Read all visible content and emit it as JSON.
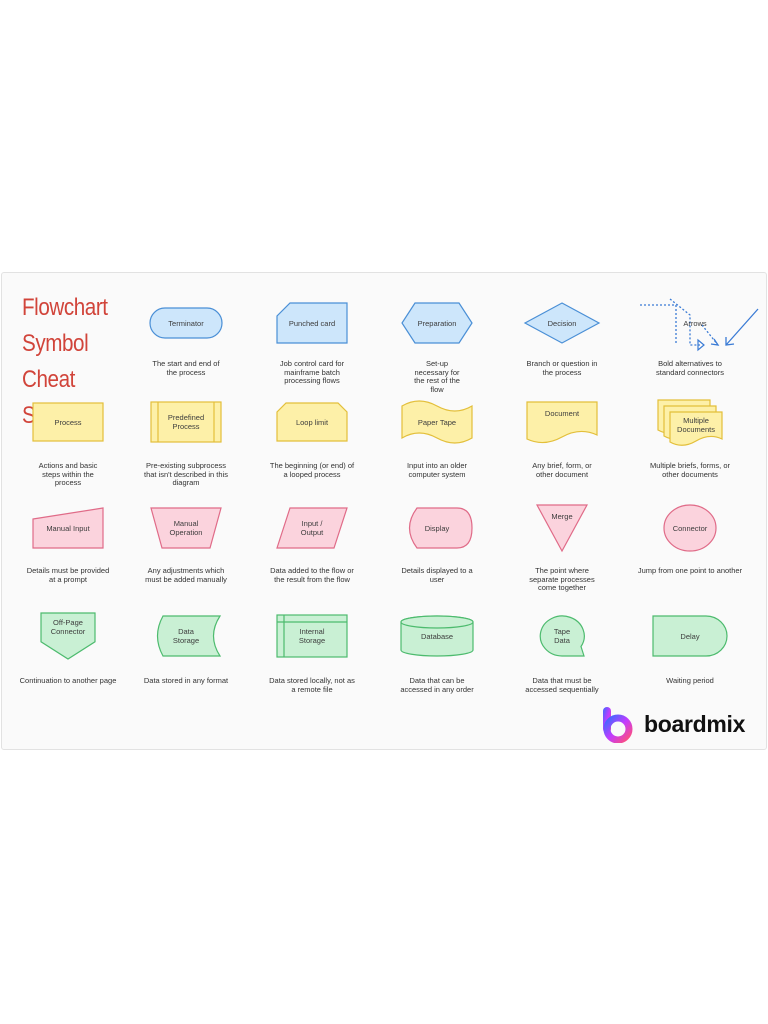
{
  "title": "Flowchart\nSymbol Cheat\nSheet",
  "brand": {
    "name": "boardmix"
  },
  "colors": {
    "blue_fill": "#cde6fb",
    "blue_stroke": "#4a8fd6",
    "yellow_fill": "#fdf0a8",
    "yellow_stroke": "#e3bf3a",
    "pink_fill": "#fbd3dd",
    "pink_stroke": "#e06b88",
    "green_fill": "#c9f0d4",
    "green_stroke": "#4dbb6e",
    "arrow": "#3a7bd5"
  },
  "symbols": [
    {
      "key": "terminator",
      "shape": "terminator",
      "color": "blue",
      "label": "Terminator",
      "caption": "The start and end of\nthe process"
    },
    {
      "key": "punched-card",
      "shape": "punched-card",
      "color": "blue",
      "label": "Punched card",
      "caption": "Job control card for\nmainframe batch\nprocessing flows"
    },
    {
      "key": "preparation",
      "shape": "preparation",
      "color": "blue",
      "label": "Preparation",
      "caption": "Set-up\nnecessary for\nthe rest of the\nflow"
    },
    {
      "key": "decision",
      "shape": "decision",
      "color": "blue",
      "label": "Decision",
      "caption": "Branch or question in\nthe process"
    },
    {
      "key": "arrows",
      "shape": "arrows",
      "color": "blue",
      "label": "Arrows",
      "caption": "Bold alternatives to\nstandard connectors"
    },
    {
      "key": "process",
      "shape": "process",
      "color": "yellow",
      "label": "Process",
      "caption": "Actions and basic\nsteps within the\nprocess"
    },
    {
      "key": "predefined-process",
      "shape": "predefined",
      "color": "yellow",
      "label": "Predefined\nProcess",
      "caption": "Pre-existing subprocess\nthat isn't described in this\ndiagram"
    },
    {
      "key": "loop-limit",
      "shape": "loop-limit",
      "color": "yellow",
      "label": "Loop limit",
      "caption": "The beginning (or end) of\na looped process"
    },
    {
      "key": "paper-tape",
      "shape": "paper-tape",
      "color": "yellow",
      "label": "Paper Tape",
      "caption": "Input into an older\ncomputer system"
    },
    {
      "key": "document",
      "shape": "document",
      "color": "yellow",
      "label": "Document",
      "caption": "Any brief, form, or\nother document"
    },
    {
      "key": "multiple-documents",
      "shape": "multi-doc",
      "color": "yellow",
      "label": "Multiple\nDocuments",
      "caption": "Multiple briefs, forms, or\nother documents"
    },
    {
      "key": "manual-input",
      "shape": "manual-input",
      "color": "pink",
      "label": "Manual Input",
      "caption": "Details must be provided\nat a prompt"
    },
    {
      "key": "manual-operation",
      "shape": "manual-operation",
      "color": "pink",
      "label": "Manual\nOperation",
      "caption": "Any adjustments which\nmust be added manually"
    },
    {
      "key": "input-output",
      "shape": "io",
      "color": "pink",
      "label": "Input /\nOutput",
      "caption": "Data added to the flow or\nthe result from the flow"
    },
    {
      "key": "display",
      "shape": "display",
      "color": "pink",
      "label": "Display",
      "caption": "Details displayed to a\nuser"
    },
    {
      "key": "merge",
      "shape": "merge",
      "color": "pink",
      "label": "Merge",
      "caption": "The point where\nseparate processes\ncome together"
    },
    {
      "key": "connector",
      "shape": "connector",
      "color": "pink",
      "label": "Connector",
      "caption": "Jump from one point to another"
    },
    {
      "key": "off-page-connector",
      "shape": "off-page",
      "color": "green",
      "label": "Off-Page\nConnector",
      "caption": "Continuation to another page"
    },
    {
      "key": "data-storage",
      "shape": "data-storage",
      "color": "green",
      "label": "Data\nStorage",
      "caption": "Data stored in any format"
    },
    {
      "key": "internal-storage",
      "shape": "internal-storage",
      "color": "green",
      "label": "Internal\nStorage",
      "caption": "Data stored locally, not as\na remote file"
    },
    {
      "key": "database",
      "shape": "database",
      "color": "green",
      "label": "Database",
      "caption": "Data that can be\naccessed in any order"
    },
    {
      "key": "tape-data",
      "shape": "tape-data",
      "color": "green",
      "label": "Tape\nData",
      "caption": "Data that must be\naccessed sequentially"
    },
    {
      "key": "delay",
      "shape": "delay",
      "color": "green",
      "label": "Delay",
      "caption": "Waiting period"
    }
  ]
}
